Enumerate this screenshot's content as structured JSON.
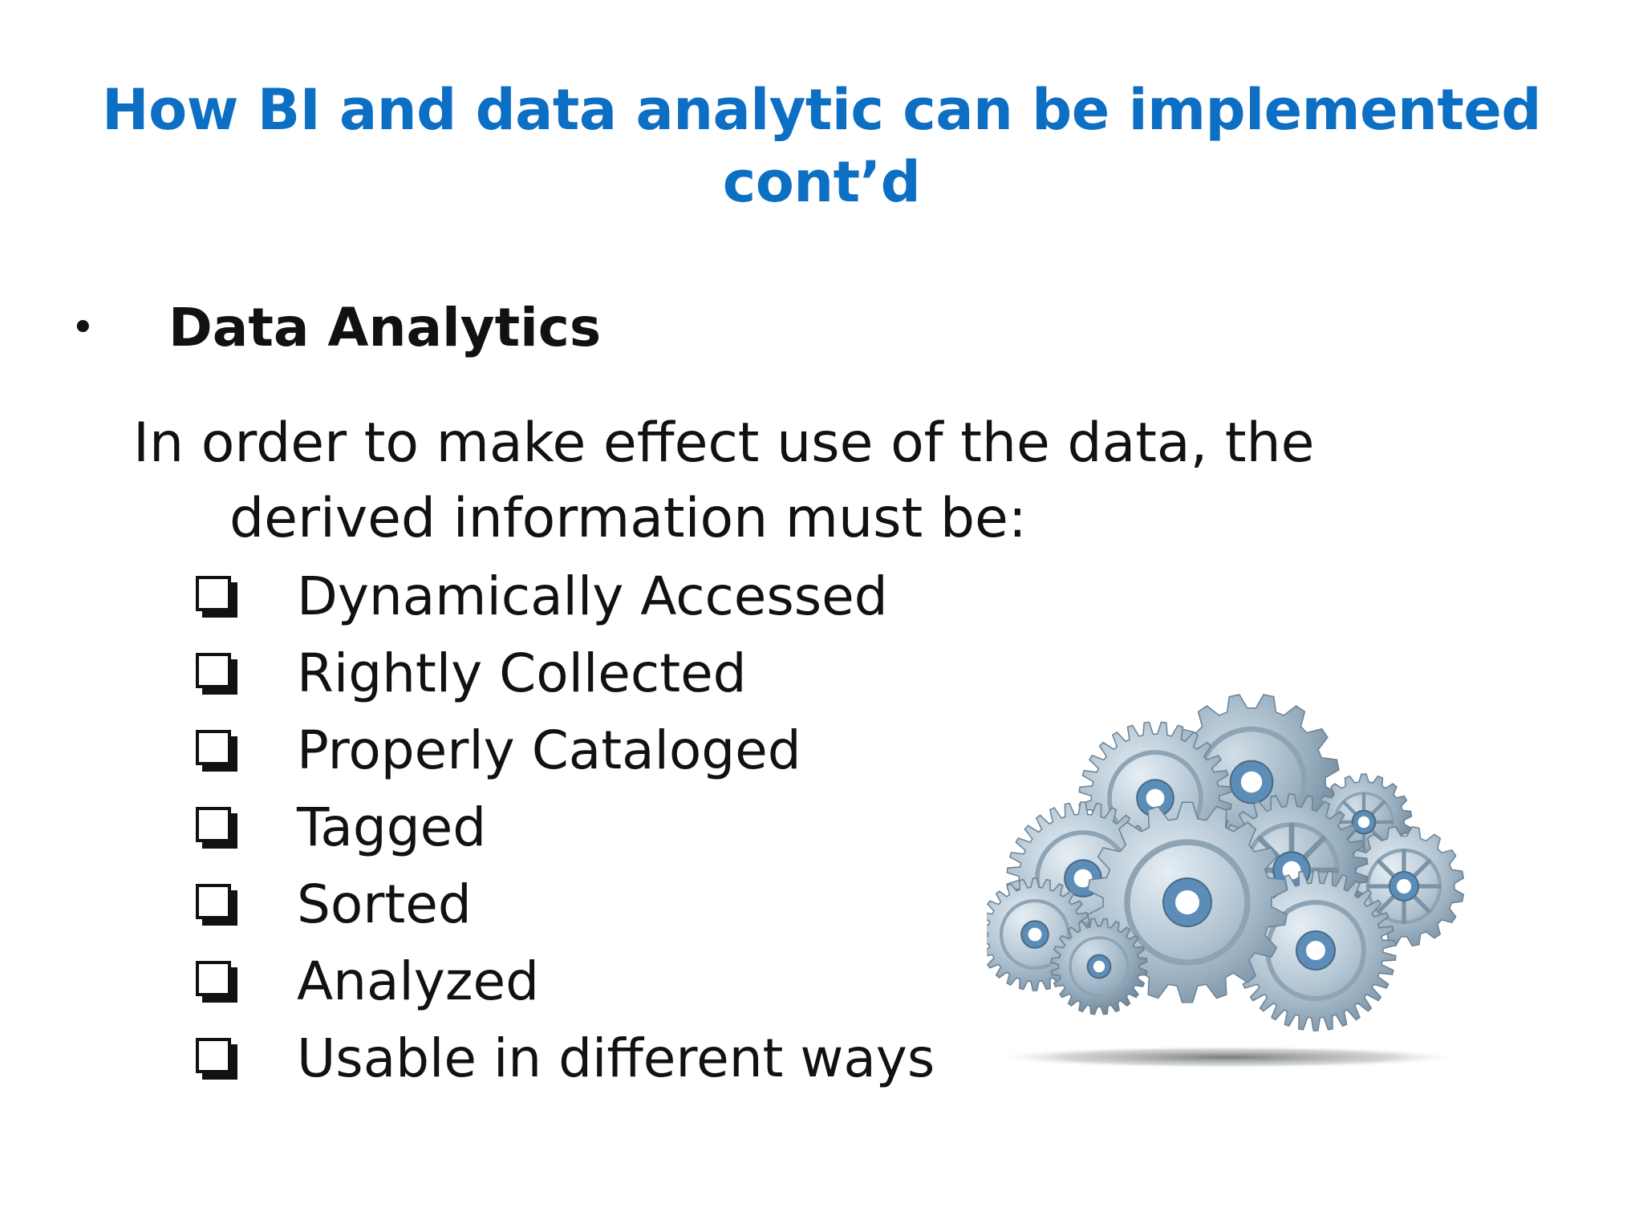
{
  "slide": {
    "title": "How BI and data analytic can be implemented cont’d",
    "accent_color": "#0d6fc4",
    "bullet": {
      "symbol": "•",
      "label": "Data Analytics"
    },
    "intro": {
      "line1": "In order to make effect use of the data, the",
      "line2": "derived information must be:"
    },
    "checklist": {
      "icon": "checkbox-icon",
      "items": [
        {
          "label": "Dynamically Accessed"
        },
        {
          "label": "Rightly Collected"
        },
        {
          "label": "Properly Cataloged"
        },
        {
          "label": "Tagged"
        },
        {
          "label": "Sorted"
        },
        {
          "label": "Analyzed"
        },
        {
          "label": "Usable in different ways"
        }
      ]
    },
    "illustration": {
      "icon": "gears-cloud-icon",
      "gear_color": "#a9bccb"
    }
  }
}
